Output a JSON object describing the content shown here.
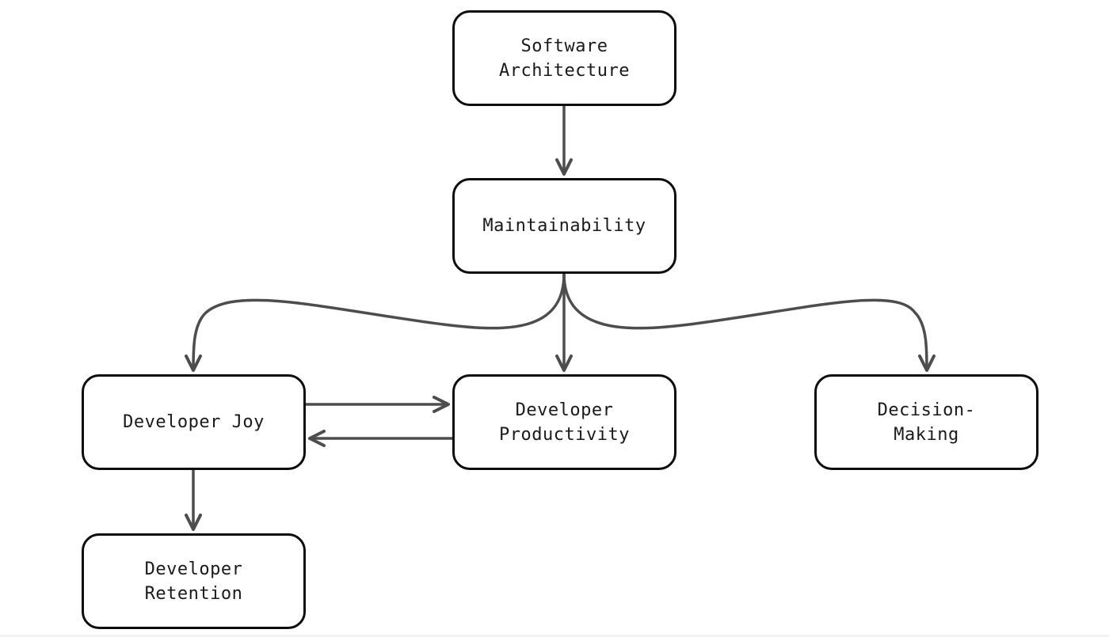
{
  "diagram": {
    "nodes": {
      "software_architecture": "Software\nArchitecture",
      "maintainability": "Maintainability",
      "developer_joy": "Developer Joy",
      "developer_productivity": "Developer\nProductivity",
      "decision_making": "Decision-\nMaking",
      "developer_retention": "Developer\nRetention"
    },
    "edges": [
      {
        "from": "Software Architecture",
        "to": "Maintainability"
      },
      {
        "from": "Maintainability",
        "to": "Developer Joy"
      },
      {
        "from": "Maintainability",
        "to": "Developer Productivity"
      },
      {
        "from": "Maintainability",
        "to": "Decision-Making"
      },
      {
        "from": "Developer Joy",
        "to": "Developer Productivity"
      },
      {
        "from": "Developer Productivity",
        "to": "Developer Joy"
      },
      {
        "from": "Developer Joy",
        "to": "Developer Retention"
      }
    ],
    "colors": {
      "node_border": "#0d0d0d",
      "edge": "#4d4d4d",
      "background": "#ffffff"
    }
  }
}
